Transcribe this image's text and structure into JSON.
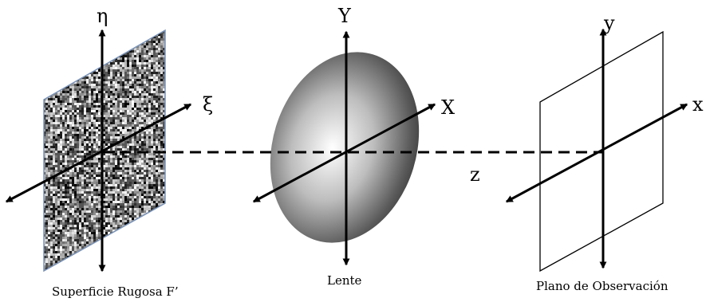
{
  "rough_surface": {
    "caption": "Superficie Rugosa F’",
    "axes": {
      "vertical": "η",
      "horizontal": "ξ"
    }
  },
  "lens": {
    "caption": "Lente",
    "axes": {
      "vertical": "Y",
      "horizontal": "X"
    }
  },
  "observation_plane": {
    "caption": "Plano de Observación",
    "axes": {
      "vertical": "y",
      "horizontal": "x"
    }
  },
  "optical_axis": {
    "label": "z"
  },
  "colors": {
    "ink": "#000000",
    "surface_border": "#7a93b8",
    "lens_highlight": "#ffffff",
    "lens_shadow": "#3c3c3c"
  }
}
